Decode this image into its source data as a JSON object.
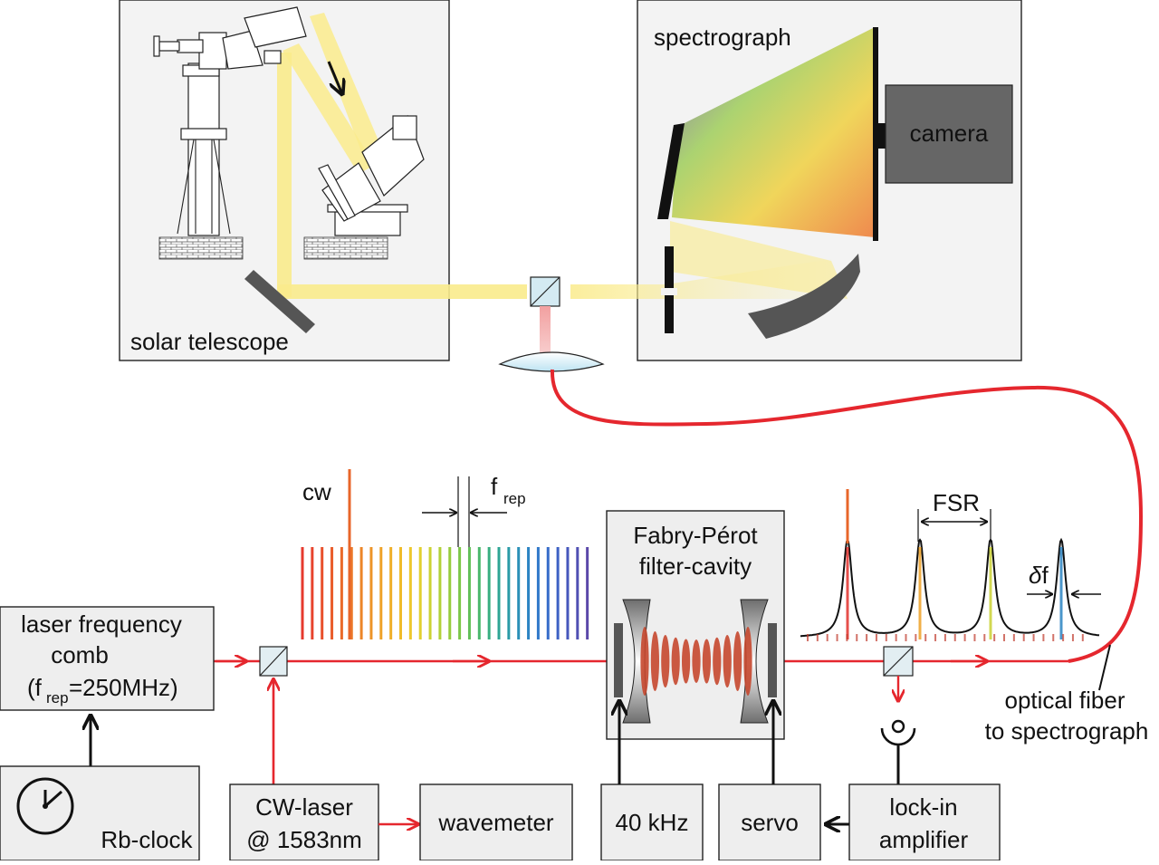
{
  "labels": {
    "solar_telescope": "solar telescope",
    "spectrograph": "spectrograph",
    "camera": "camera",
    "cw": "cw",
    "frep_main": "f",
    "frep_sub": "rep",
    "fsr": "FSR",
    "delta_f_symbol": "δ",
    "delta_f_letter": "f",
    "fp_line1": "Fabry-Pérot",
    "fp_line2": "filter-cavity",
    "comb_line1": "laser frequency",
    "comb_line2": "comb",
    "comb_line3_pre": "(f",
    "comb_line3_sub": "rep",
    "comb_line3_post": "=250MHz)",
    "rb_clock": "Rb-clock",
    "cw_laser_line1": "CW-laser",
    "cw_laser_line2": "@ 1583nm",
    "wavemeter": "wavemeter",
    "freq_40k": "40 kHz",
    "servo": "servo",
    "lockin_line1": "lock-in",
    "lockin_line2": "amplifier",
    "fiber_line1": "optical fiber",
    "fiber_line2": "to spectrograph"
  },
  "colors": {
    "laser_red": "#e5272e",
    "sunlight_yellow": "#faeb8c",
    "panel_fill": "#f3f3f3",
    "box_fill": "#eeeeee",
    "dark_gray": "#555555",
    "cw_line": "#e8662a"
  },
  "comb": {
    "line_count": 30,
    "colors": [
      "#e63a2e",
      "#e7442d",
      "#e8502c",
      "#e95c2b",
      "#ea6a2a",
      "#eb7829",
      "#ec8628",
      "#ed9428",
      "#eea228",
      "#efaf29",
      "#f0bc2a",
      "#eec82c",
      "#e2d02f",
      "#cbd233",
      "#b2d038",
      "#97cc3e",
      "#7cc648",
      "#62bf58",
      "#4ab76b",
      "#38ae80",
      "#2ea594",
      "#2a9ba7",
      "#2a90b7",
      "#2c84c3",
      "#3078c9",
      "#366cc9",
      "#3d61c4",
      "#4657bc",
      "#5050b3",
      "#5b48a9"
    ]
  },
  "transmission_line_colors": [
    "#e8662a",
    "#e2312c",
    "#eea228",
    "#cbd233",
    "#2c84c3"
  ]
}
